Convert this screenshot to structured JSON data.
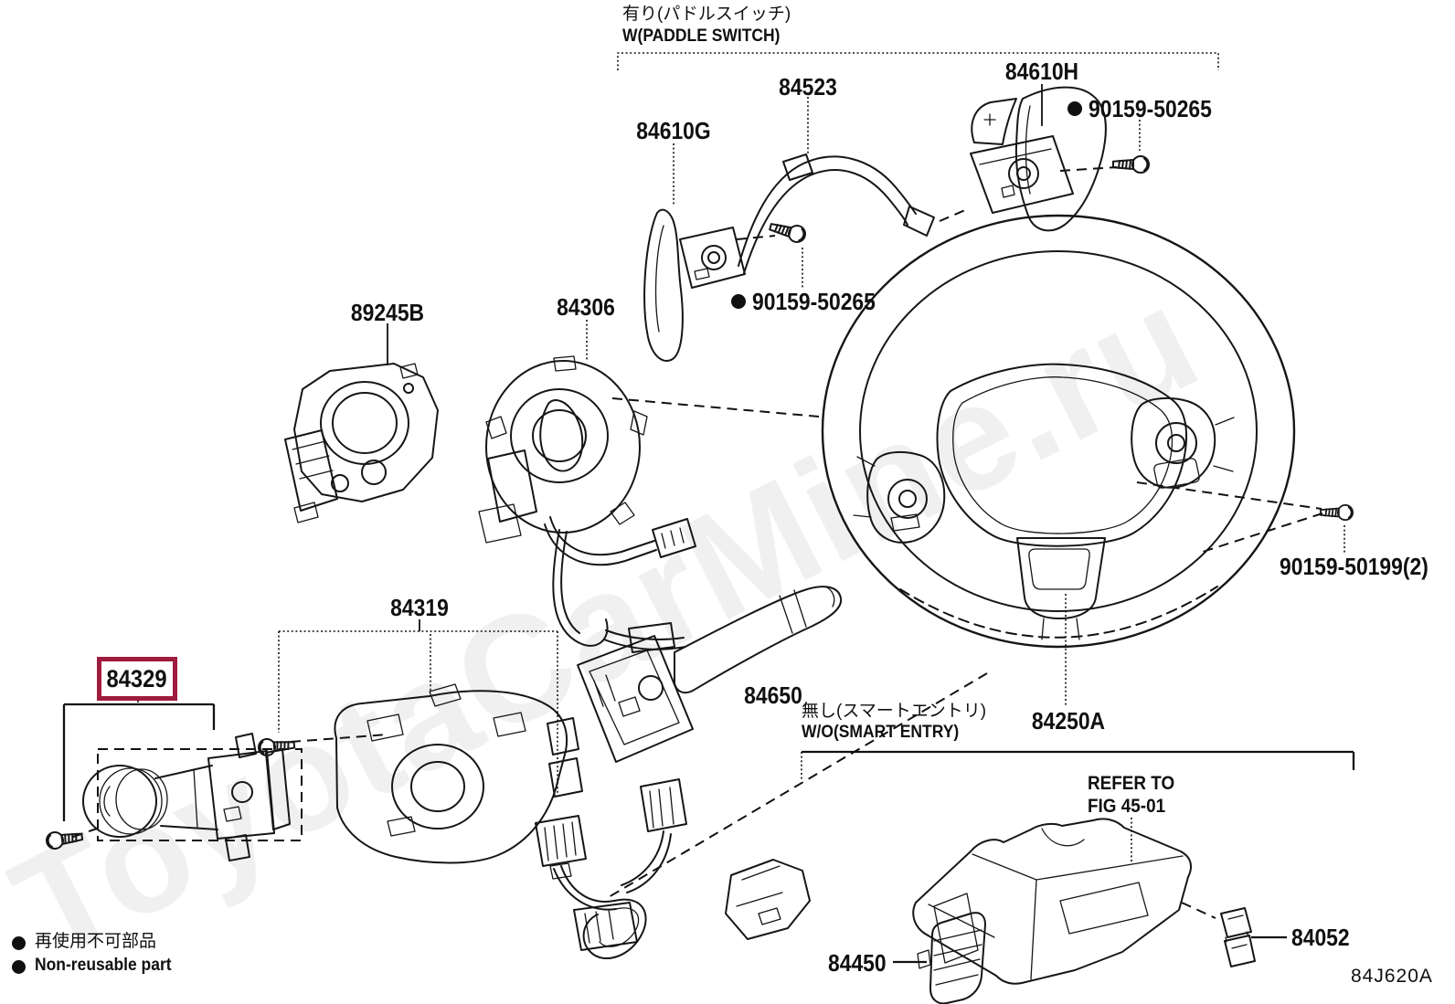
{
  "watermark": "ToyotaCarMine.ru",
  "drawing_code": "84J620A",
  "variants": {
    "paddle_jp": "有り(パドルスイッチ)",
    "paddle_en": "W(PADDLE SWITCH)",
    "smart_jp": "無し(スマートエントリ)",
    "smart_en": "W/O(SMART ENTRY)"
  },
  "reference": {
    "line1": "REFER TO",
    "line2": "FIG 45-01"
  },
  "legend": {
    "jp": "再使用不可部品",
    "en": "Non-reusable part"
  },
  "highlight_color": "#9e1c3c",
  "parts": {
    "n84523": "84523",
    "n84610G": "84610G",
    "n84610H": "84610H",
    "screw_paddle_right": "90159-50265",
    "screw_paddle_left": "90159-50265",
    "n89245B": "89245B",
    "n84306": "84306",
    "n84319": "84319",
    "n84329": "84329",
    "n84650": "84650",
    "n84250A": "84250A",
    "screw_wheel": "90159-50199(2)",
    "n84450": "84450",
    "n84052": "84052"
  }
}
